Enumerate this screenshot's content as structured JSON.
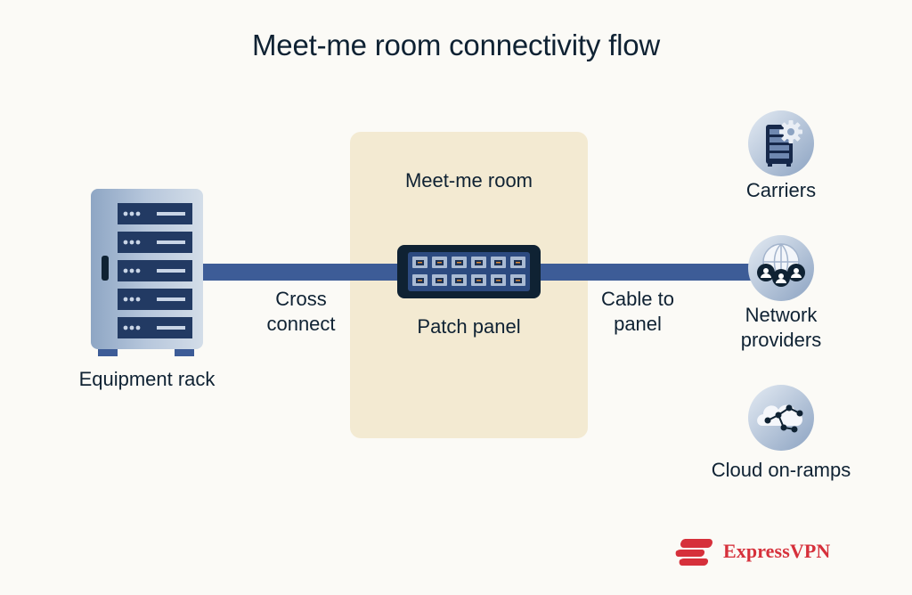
{
  "title": "Meet-me room connectivity flow",
  "nodes": {
    "equipment_rack": "Equipment rack",
    "meet_me_room": "Meet-me room",
    "patch_panel": "Patch panel",
    "carriers": "Carriers",
    "network_providers_line1": "Network",
    "network_providers_line2": "providers",
    "cloud_on_ramps": "Cloud on-ramps"
  },
  "edges": {
    "cross_connect_line1": "Cross",
    "cross_connect_line2": "connect",
    "cable_to_panel_line1": "Cable to",
    "cable_to_panel_line2": "panel"
  },
  "brand": {
    "name": "ExpressVPN",
    "color": "#d6303b"
  },
  "colors": {
    "cable": "#3d5c97",
    "room": "#f3ead2",
    "dark": "#0f2233"
  }
}
